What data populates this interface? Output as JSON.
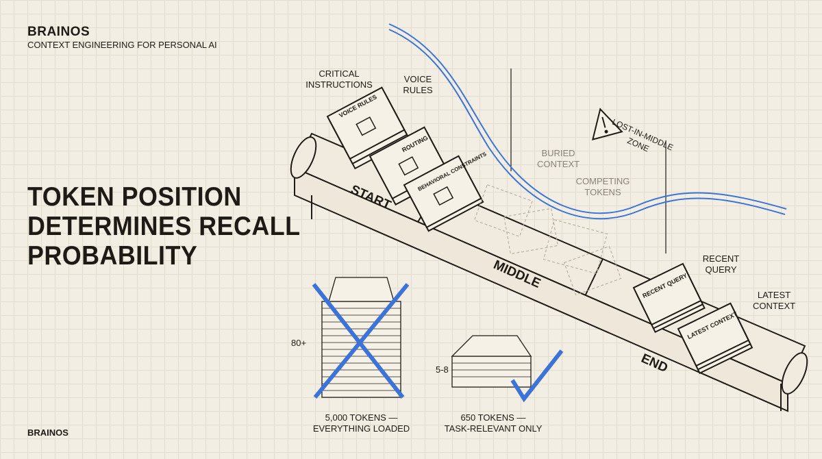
{
  "header": {
    "brand": "BRAINOS",
    "subtitle": "CONTEXT ENGINEERING FOR PERSONAL AI"
  },
  "headline": [
    "TOKEN POSITION",
    "DETERMINES RECALL",
    "PROBABILITY"
  ],
  "footer": {
    "brand": "BRAINOS"
  },
  "belt": {
    "sections": [
      "START",
      "MIDDLE",
      "END"
    ],
    "callouts": {
      "critical": [
        "CRITICAL",
        "INSTRUCTIONS"
      ],
      "voice": [
        "VOICE",
        "RULES"
      ],
      "buried": [
        "BURIED",
        "CONTEXT"
      ],
      "competing": [
        "COMPETING",
        "TOKENS"
      ],
      "warning": [
        "LOST-IN-MIDDLE",
        "ZONE"
      ],
      "recent": [
        "RECENT",
        "QUERY"
      ],
      "latest": [
        "LATEST",
        "CONTEXT"
      ]
    },
    "docs": {
      "voice": "VOICE RULES",
      "routing": "ROUTING",
      "behavioral": "BEHAVIORAL CONSTRAINTS",
      "recent": "RECENT QUERY",
      "latest": "LATEST CONTEXT"
    }
  },
  "comparison": {
    "bad": {
      "count": "80+",
      "caption": [
        "5,000 TOKENS —",
        "EVERYTHING LOADED"
      ]
    },
    "good": {
      "count": "5-8",
      "caption": [
        "650 TOKENS —",
        "TASK-RELEVANT ONLY"
      ]
    }
  },
  "colors": {
    "accent": "#3b73d9",
    "ink": "#1e1a16",
    "paper": "#f3eee3"
  }
}
